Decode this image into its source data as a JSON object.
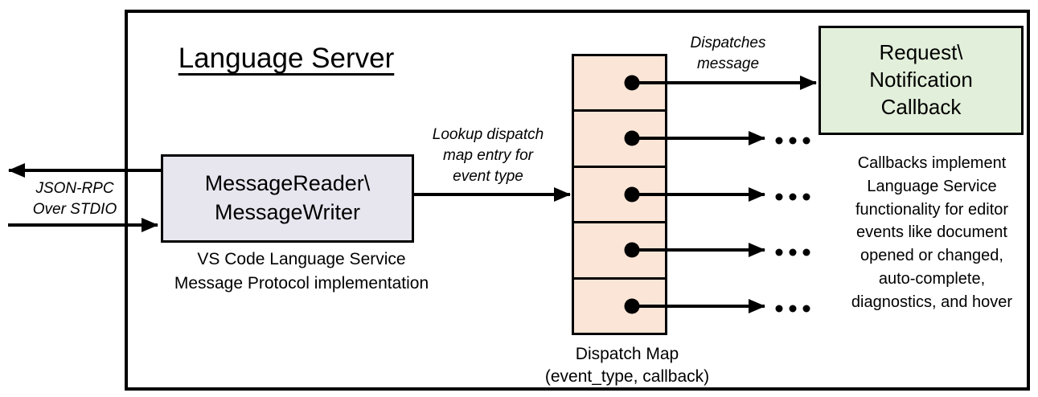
{
  "colors": {
    "outline": "#000000",
    "canvas_bg": "#FFFFFF",
    "reader_box_fill": "#E7E5EE",
    "dispatch_cell_fill": "#FBE5D6",
    "callback_box_fill": "#E2EFDA"
  },
  "title": "Language Server",
  "reader_box": {
    "label_lines": [
      "MessageReader\\",
      "MessageWriter"
    ],
    "caption_lines": [
      "VS Code Language Service",
      "Message Protocol implementation"
    ]
  },
  "stdio_label_lines": [
    "JSON-RPC",
    "Over STDIO"
  ],
  "lookup_label_lines": [
    "Lookup dispatch",
    "map entry for",
    "event type"
  ],
  "dispatches_label_lines": [
    "Dispatches",
    "message"
  ],
  "dispatch_map": {
    "cell_count": 5,
    "caption_lines": [
      "Dispatch Map",
      "(event_type, callback)"
    ]
  },
  "callback_box": {
    "label_lines": [
      "Request\\",
      "Notification",
      "Callback"
    ],
    "note_lines": [
      "Callbacks implement",
      "Language Service",
      "functionality for editor",
      "events like document",
      "opened or changed,",
      "auto-complete,",
      "diagnostics, and hover"
    ]
  }
}
